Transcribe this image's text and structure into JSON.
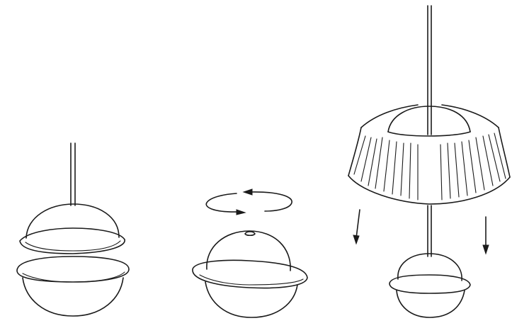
{
  "figure": {
    "type": "line-drawing",
    "ink_color": "#1a1a1a",
    "background": "#ffffff",
    "steps": [
      {
        "id": "step-1",
        "parts": [
          "cord",
          "dome-top",
          "rim-ring-upper",
          "rim-ring-lower",
          "bowl-base"
        ]
      },
      {
        "id": "step-2",
        "parts": [
          "rotation-arrow-left",
          "rotation-arrow-right",
          "dome-top",
          "rim-ring",
          "bowl-base"
        ]
      },
      {
        "id": "step-3",
        "parts": [
          "cord",
          "pleated-shade",
          "down-arrow-left",
          "down-arrow-right",
          "dome-top",
          "rim-ring",
          "bowl-base"
        ]
      }
    ]
  }
}
